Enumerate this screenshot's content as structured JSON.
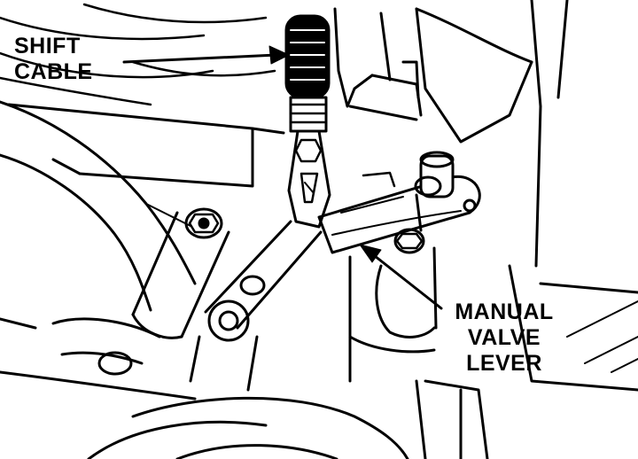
{
  "labels": {
    "shift_cable": [
      "SHIFT",
      "CABLE"
    ],
    "manual_valve_lever": [
      "MANUAL",
      "VALVE",
      "LEVER"
    ]
  },
  "colors": {
    "ink": "#000000",
    "paper": "#ffffff"
  }
}
